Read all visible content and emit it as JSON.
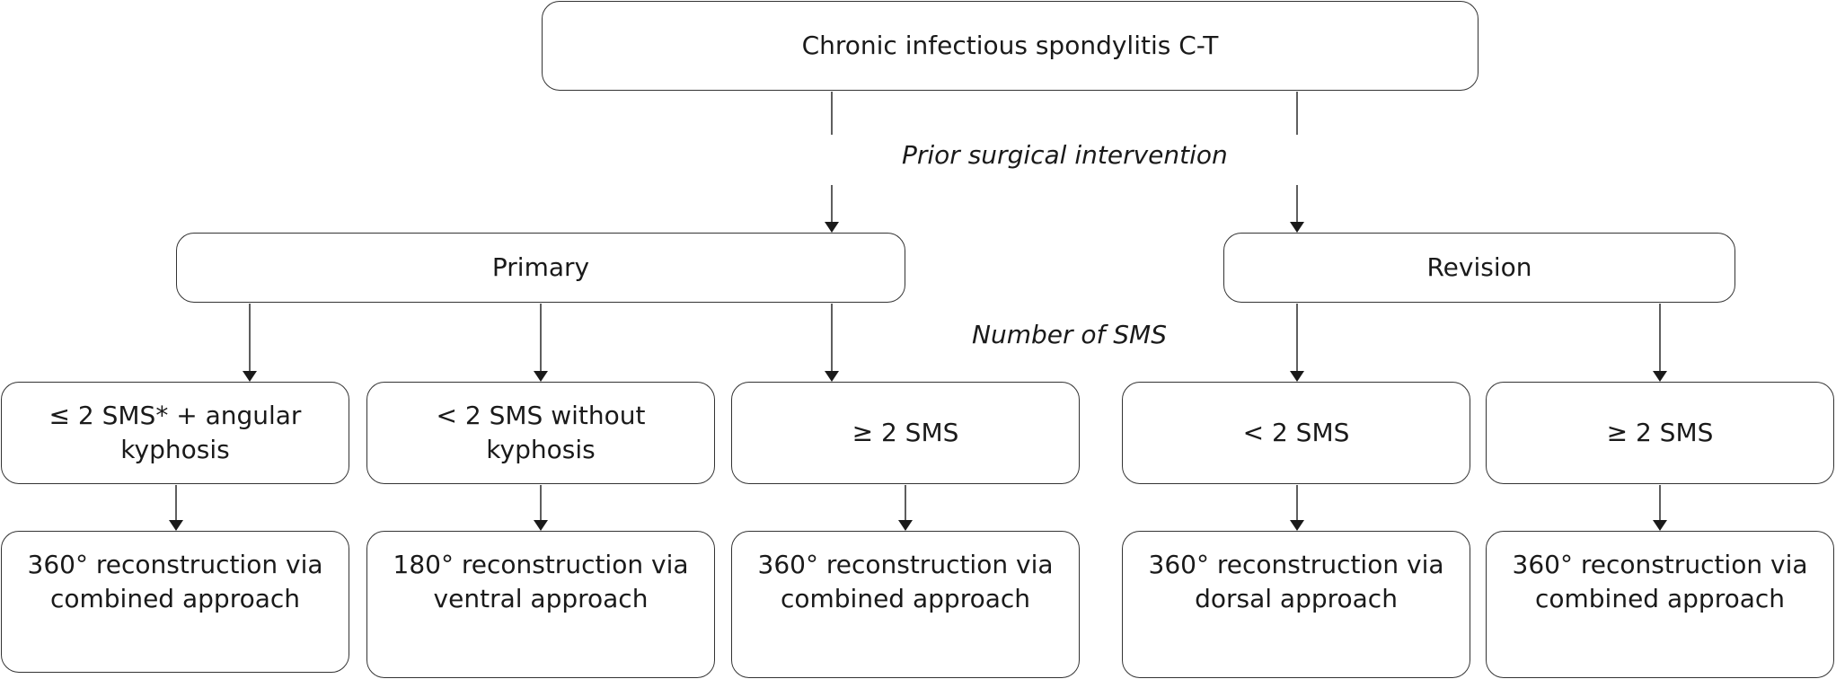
{
  "root": {
    "text": "Chronic infectious spondylitis C-T"
  },
  "labels": {
    "prior_surgery": "Prior surgical intervention",
    "number_sms": "Number of SMS"
  },
  "branches": {
    "primary": "Primary",
    "revision": "Revision"
  },
  "criteria": [
    {
      "text": "≤ 2 SMS* + angular kyphosis"
    },
    {
      "text": "< 2 SMS without kyphosis"
    },
    {
      "text": "≥ 2 SMS"
    },
    {
      "text": "< 2 SMS"
    },
    {
      "text": "≥ 2 SMS"
    }
  ],
  "treatments": [
    {
      "text": "360° reconstruction via combined approach"
    },
    {
      "text": "180° reconstruction via ventral approach"
    },
    {
      "text": "360° reconstruction via combined approach"
    },
    {
      "text": "360° reconstruction via dorsal approach"
    },
    {
      "text": "360° reconstruction via combined approach"
    }
  ],
  "colors": {
    "line": "#1a1a1a",
    "border": "#333333",
    "text": "#1a1a1a"
  }
}
